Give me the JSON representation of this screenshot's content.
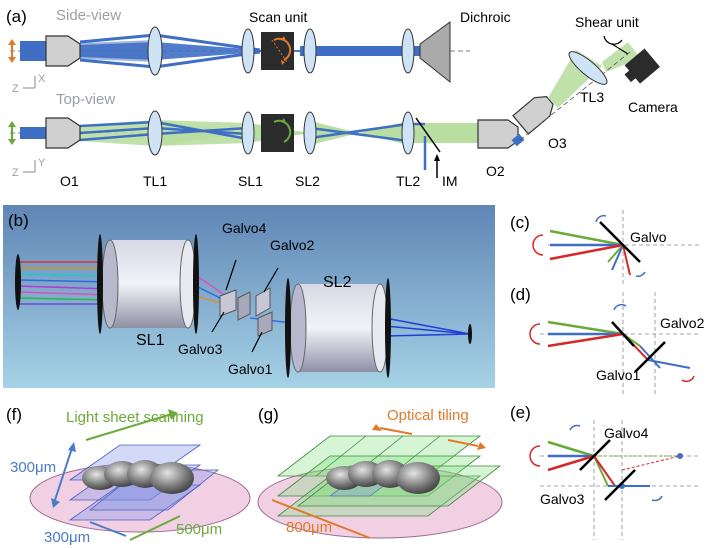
{
  "panels": {
    "a": "(a)",
    "b": "(b)",
    "c": "(c)",
    "d": "(d)",
    "e": "(e)",
    "f": "(f)",
    "g": "(g)"
  },
  "side_view": "Side-view",
  "top_view": "Top-view",
  "axes_side": {
    "z": "Z",
    "x": "X"
  },
  "axes_top": {
    "z": "Z",
    "y": "Y"
  },
  "components_a": {
    "scan_unit": "Scan unit",
    "dichroic": "Dichroic",
    "shear_unit": "Shear unit",
    "tl3": "TL3",
    "camera": "Camera",
    "o1": "O1",
    "tl1": "TL1",
    "sl1": "SL1",
    "sl2": "SL2",
    "tl2": "TL2",
    "im": "IM",
    "o2": "O2",
    "o3": "O3"
  },
  "components_b": {
    "sl1": "SL1",
    "sl2": "SL2",
    "galvo1": "Galvo1",
    "galvo2": "Galvo2",
    "galvo3": "Galvo3",
    "galvo4": "Galvo4"
  },
  "components_c": {
    "galvo": "Galvo"
  },
  "components_d": {
    "galvo1": "Galvo1",
    "galvo2": "Galvo2"
  },
  "components_e": {
    "galvo3": "Galvo3",
    "galvo4": "Galvo4"
  },
  "panel_f": {
    "title": "Light sheet scanning",
    "dim_vertical": "300μm",
    "dim_bottom": "300μm",
    "dim_green": "500μm"
  },
  "panel_g": {
    "title": "Optical tiling",
    "dim": "800μm"
  },
  "colors": {
    "beam_blue": "#3f6fc4",
    "light_green": "#b9dea1",
    "orange": "#e07a2b",
    "green": "#6aaa3a",
    "red": "#d62828"
  }
}
